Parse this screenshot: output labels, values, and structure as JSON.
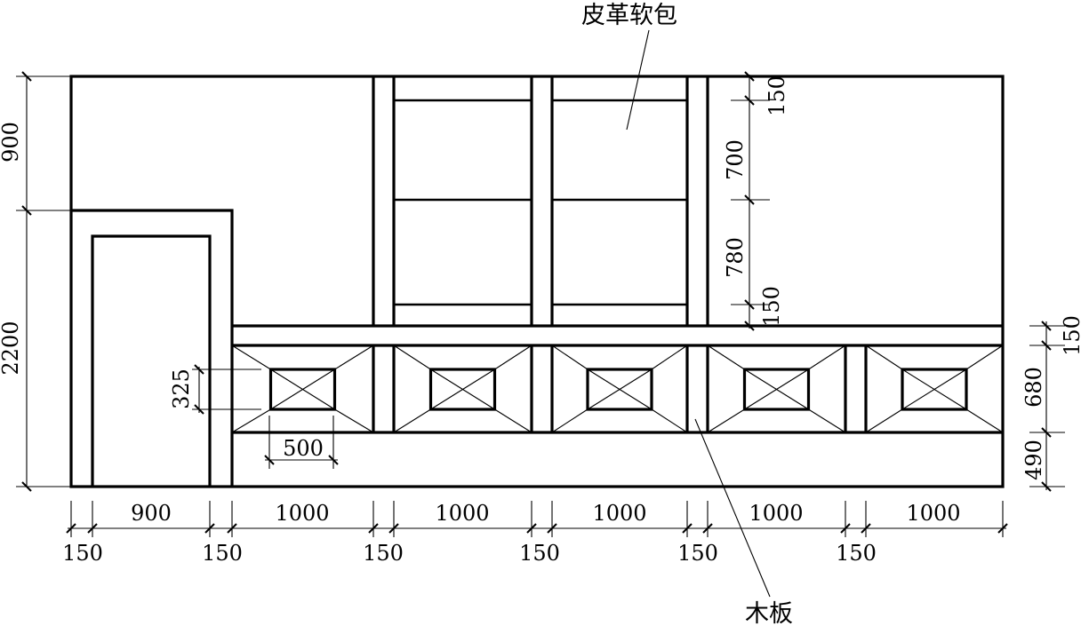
{
  "labels": {
    "leather": "皮革软包",
    "wood": "木板"
  },
  "dims": {
    "left_900": "900",
    "left_2200": "2200",
    "right_150a": "150",
    "right_700": "700",
    "right_780": "780",
    "right_150b": "150",
    "far_150": "150",
    "far_680": "680",
    "far_490": "490",
    "inner_325": "325",
    "inner_500": "500",
    "b_900": "900",
    "b_1000_1": "1000",
    "b_1000_2": "1000",
    "b_1000_3": "1000",
    "b_1000_4": "1000",
    "b_1000_5": "1000",
    "b_150_1": "150",
    "b_150_2": "150",
    "b_150_3": "150",
    "b_150_4": "150",
    "b_150_5": "150",
    "b_150_6": "150"
  }
}
